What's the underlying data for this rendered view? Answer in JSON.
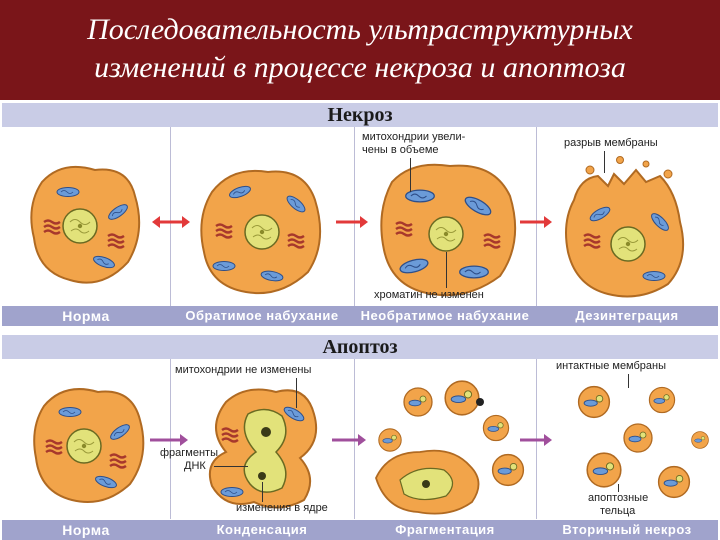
{
  "title": {
    "line1": "Последовательность ультраструктурных",
    "line2": "изменений в процессе некроза и апоптоза"
  },
  "necrosis": {
    "heading": "Некроз",
    "stages": [
      "Норма",
      "Обратимое набухание",
      "Необратимое набухание",
      "Дезинтеграция"
    ],
    "annotations": {
      "mito_line1": "митохондрии увели-",
      "mito_line2": "чены в объеме",
      "membrane_rupture": "разрыв мембраны",
      "chromatin": "хроматин не изменен"
    }
  },
  "apoptosis": {
    "heading": "Апоптоз",
    "stages": [
      "Норма",
      "Конденсация",
      "Фрагментация",
      "Вторичный некроз"
    ],
    "annotations": {
      "mito_unchanged": "митохондрии не изменены",
      "intact_membranes": "интактные мембраны",
      "dna_line1": "фрагменты",
      "dna_line2": "ДНК",
      "nucleus_changes": "изменения в ядре",
      "bodies_line1": "апоптозные",
      "bodies_line2": "тельца"
    }
  },
  "colors": {
    "title_bg": "#7a1519",
    "header_bg": "#c9cce6",
    "footer_bg": "#a0a3cc",
    "arrow_necrosis": "#e2393a",
    "arrow_apoptosis": "#a04f9c",
    "cytoplasm": "#f2a44a",
    "nucleus": "#e2e27a",
    "mitochondria": "#6b9bd8",
    "er": "#a7382c"
  }
}
